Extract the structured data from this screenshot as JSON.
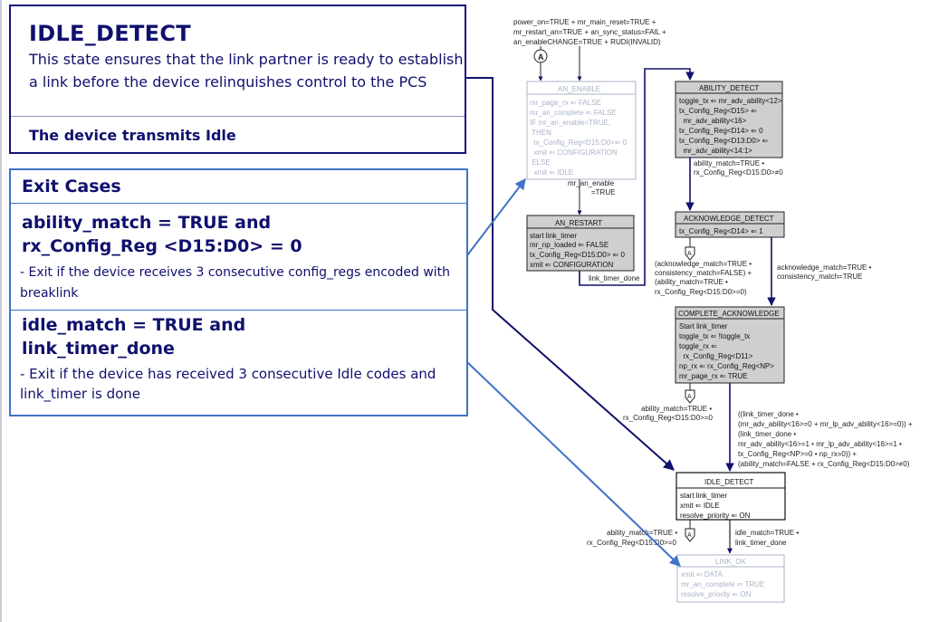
{
  "explanation": {
    "title": "IDLE_DETECT",
    "description": "This state ensures that the link partner is ready to establish a link before the device relinquishes control to the PCS",
    "transmit_note": "The device transmits Idle",
    "exit_header": "Exit Cases",
    "case1_condition": "ability_match = TRUE and\nrx_Config_Reg <D15:D0> = 0",
    "case1_note": "- Exit if the device receives 3 consecutive config_regs encoded with breaklink",
    "case2_condition": "idle_match = TRUE and\nlink_timer_done",
    "case2_note": "- Exit if the device has received 3 consecutive Idle codes and link_timer is done"
  },
  "diagram": {
    "reset_condition": [
      "power_on=TRUE + mr_main_reset=TRUE +",
      "mr_restart_an=TRUE + an_sync_status=FAIL +",
      "an_enableCHANGE=TRUE + RUDI(INVALID)"
    ],
    "connector_label": "A",
    "an_enable": {
      "title": "AN_ENABLE",
      "lines": [
        "mr_page_rx ⇐ FALSE",
        "mr_an_complete ⇐ FALSE",
        "IF mr_an_enable=TRUE,",
        " THEN",
        "  tx_Config_Reg<D15:D0>⇐ 0",
        "  xmit ⇐ CONFIGURATION",
        " ELSE",
        "  xmit ⇐ IDLE"
      ]
    },
    "an_enable_exit": [
      "mr_an_enable",
      "=TRUE"
    ],
    "an_restart": {
      "title": "AN_RESTART",
      "lines": [
        "start link_timer",
        "mr_np_loaded ⇐ FALSE",
        "tx_Config_Reg<D15:D0> ⇐ 0",
        "xmit ⇐ CONFIGURATION"
      ]
    },
    "an_restart_exit": "link_timer_done",
    "ability_detect": {
      "title": "ABILITY_DETECT",
      "lines": [
        "toggle_tx ⇐ mr_adv_ability<12>",
        "tx_Config_Reg<D15> ⇐",
        "  mr_adv_ability<16>",
        "tx_Config_Reg<D14> ⇐ 0",
        "tx_Config_Reg<D13:D0> ⇐",
        "  mr_adv_ability<14:1>"
      ]
    },
    "ability_detect_exit": [
      "ability_match=TRUE •",
      "rx_Config_Reg<D15:D0>≠0"
    ],
    "acknowledge_detect": {
      "title": "ACKNOWLEDGE_DETECT",
      "lines": [
        "tx_Config_Reg<D14> ⇐ 1"
      ]
    },
    "ack_back_condition": [
      "(acknowledge_match=TRUE •",
      "consistency_match=FALSE) +",
      "(ability_match=TRUE •",
      "rx_Config_Reg<D15:D0>=0)"
    ],
    "ack_exit": [
      "acknowledge_match=TRUE •",
      "consistency_match=TRUE"
    ],
    "complete_acknowledge": {
      "title": "COMPLETE_ACKNOWLEDGE",
      "lines": [
        "Start link_timer",
        "toggle_tx ⇐ !toggle_tx",
        "toggle_rx ⇐",
        "  rx_Config_Reg<D11>",
        "np_rx ⇐ rx_Config_Reg<NP>",
        "mr_page_rx ⇐ TRUE"
      ]
    },
    "complete_back_condition": [
      "ability_match=TRUE •",
      "rx_Config_Reg<D15:D0>=0"
    ],
    "complete_exit": [
      "((link_timer_done •",
      "(mr_adv_ability<16>=0 + mr_lp_adv_ability<16>=0)) +",
      "(link_timer_done •",
      "mr_adv_ability<16>=1 • mr_lp_adv_ability<16>=1 •",
      "tx_Config_Reg<NP>=0 • np_rx=0)) +",
      "(ability_match=FALSE + rx_Config_Reg<D15:D0>≠0)"
    ],
    "idle_detect": {
      "title": "IDLE_DETECT",
      "lines": [
        "start link_timer",
        "xmit ⇐ IDLE",
        "resolve_priority ⇐ ON"
      ]
    },
    "idle_back_condition": [
      "ability_match=TRUE •",
      "rx_Config_Reg<D15:D0>=0"
    ],
    "idle_exit": [
      "idle_match=TRUE •",
      "link_timer_done"
    ],
    "link_ok": {
      "title": "LINK_OK",
      "lines": [
        "xmit ⇐ DATA",
        "mr_an_complete ⇐ TRUE",
        "resolve_priority ⇐ ON"
      ]
    }
  },
  "colors": {
    "navy": "#10106e",
    "callout_blue": "#3f73c6",
    "state_fill": "#cfcfcf",
    "faded": "#a8b3c8"
  }
}
